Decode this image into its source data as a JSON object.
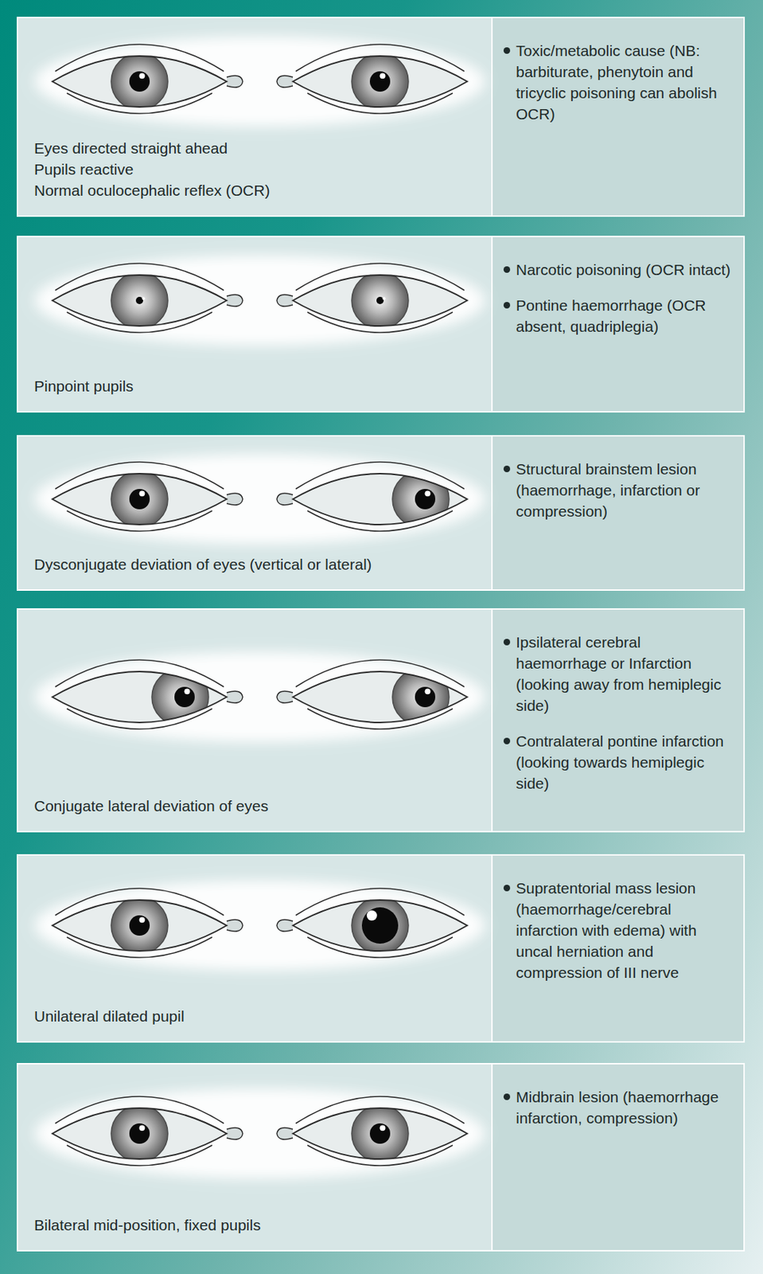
{
  "diagram": {
    "nodes": [
      {
        "text": [
          "Eyes directed straight ahead",
          "Pupils reactive",
          "Normal oculocephalic reflex (OCR)"
        ]
      },
      {
        "text": [
          "Toxic/metabolic cause (NB: barbiturate, phenytoin and tricyclic poisoning can abolish OCR)"
        ]
      },
      {
        "text": [
          "Pinpoint pupils"
        ]
      },
      {
        "text": [
          "Narcotic poisoning (OCR intact)",
          "Pontine haemorrhage (OCR absent, quadriplegia)"
        ]
      },
      {
        "text": [
          "Dysconjugate deviation of eyes (vertical or lateral)"
        ]
      },
      {
        "text": [
          "Structural brainstem lesion (haemorrhage, infarction or compression)"
        ]
      },
      {
        "text": [
          "Conjugate lateral deviation of eyes"
        ]
      },
      {
        "text": [
          "Ipsilateral cerebral haemorrhage or Infarction (looking away from hemiplegic side)",
          "Contralateral pontine infarction (looking towards hemiplegic side)"
        ]
      },
      {
        "text": [
          "Unilateral dilated pupil"
        ]
      },
      {
        "text": [
          "Supratentorial mass lesion (haemorrhage/cerebral infarction with edema) with uncal herniation and compression of III nerve"
        ]
      },
      {
        "text": [
          "Bilateral mid-position, fixed pupils"
        ]
      },
      {
        "text": [
          "Midbrain lesion (haemorrhage infarction, compression)"
        ]
      }
    ]
  }
}
